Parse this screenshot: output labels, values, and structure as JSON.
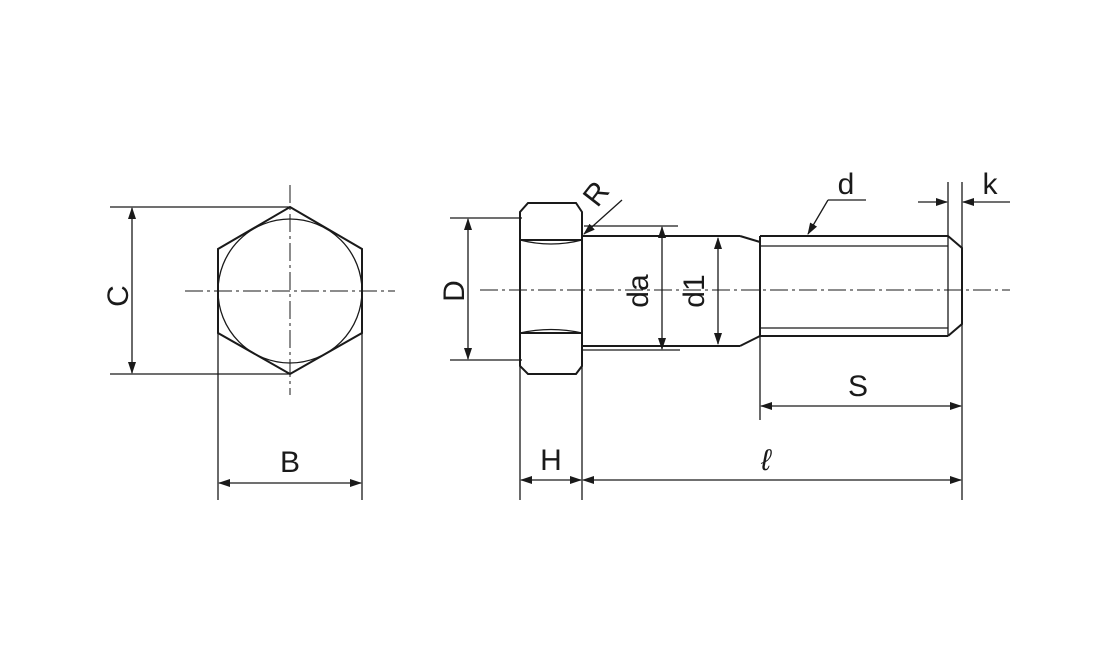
{
  "labels": {
    "C": "C",
    "B": "B",
    "D": "D",
    "R": "R",
    "da": "da",
    "d1": "d1",
    "d": "d",
    "k": "k",
    "S": "S",
    "H": "H",
    "l": "ℓ"
  },
  "colors": {
    "ink": "#1a1a1a",
    "paper": "#ffffff"
  }
}
